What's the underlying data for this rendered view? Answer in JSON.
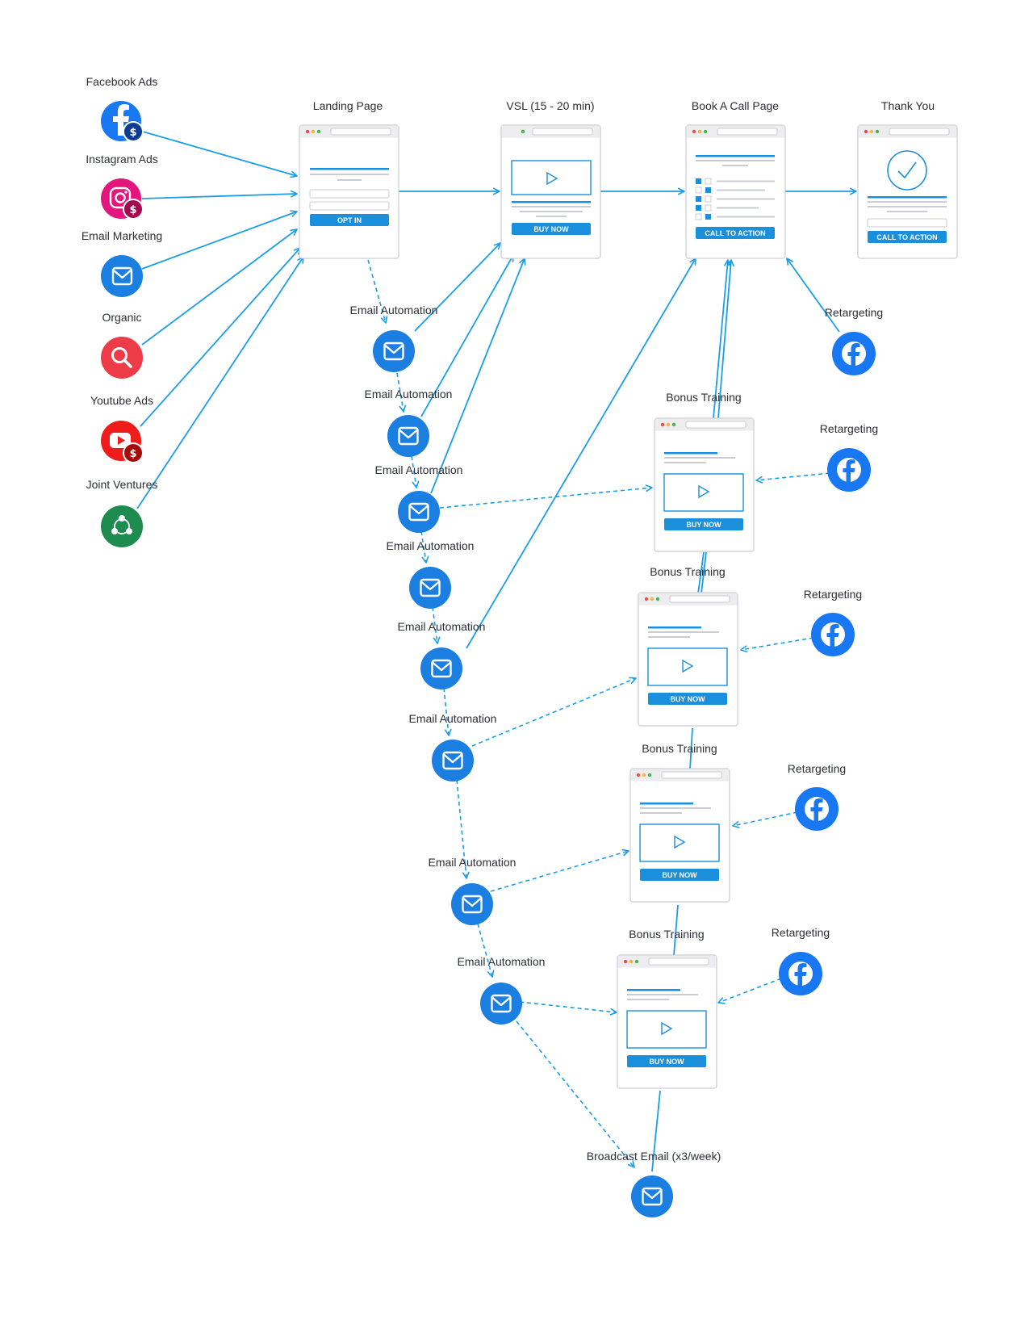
{
  "sources": [
    {
      "label": "Facebook Ads",
      "icon": "facebook-dollar-icon"
    },
    {
      "label": "Instagram Ads",
      "icon": "instagram-dollar-icon"
    },
    {
      "label": "Email Marketing",
      "icon": "email-icon"
    },
    {
      "label": "Organic",
      "icon": "search-icon"
    },
    {
      "label": "Youtube Ads",
      "icon": "youtube-dollar-icon"
    },
    {
      "label": "Joint Ventures",
      "icon": "share-network-icon"
    }
  ],
  "pages": {
    "landing": {
      "title": "Landing Page",
      "button": "OPT IN"
    },
    "vsl": {
      "title": "VSL (15 - 20 min)",
      "button": "BUY NOW"
    },
    "book_call": {
      "title": "Book A Call Page",
      "button": "CALL TO ACTION"
    },
    "thank_you": {
      "title": "Thank You",
      "button": "CALL TO ACTION"
    }
  },
  "bonus_trainings": [
    {
      "title": "Bonus Training",
      "button": "BUY NOW"
    },
    {
      "title": "Bonus Training",
      "button": "BUY NOW"
    },
    {
      "title": "Bonus Training",
      "button": "BUY NOW"
    },
    {
      "title": "Bonus Training",
      "button": "BUY NOW"
    }
  ],
  "retargeting": [
    {
      "label": "Retargeting"
    },
    {
      "label": "Retargeting"
    },
    {
      "label": "Retargeting"
    },
    {
      "label": "Retargeting"
    },
    {
      "label": "Retargeting"
    }
  ],
  "email_automations": [
    {
      "label": "Email Automation"
    },
    {
      "label": "Email Automation"
    },
    {
      "label": "Email Automation"
    },
    {
      "label": "Email Automation"
    },
    {
      "label": "Email Automation"
    },
    {
      "label": "Email Automation"
    },
    {
      "label": "Email Automation"
    },
    {
      "label": "Email Automation"
    }
  ],
  "broadcast": {
    "label": "Broadcast Email (x3/week)"
  },
  "colors": {
    "connector": "#1a9ee6",
    "email": "#1a7fe0",
    "facebook": "#1877f2",
    "instagram": "#e4157c",
    "organic": "#ee3b48",
    "youtube": "#ef1c1c",
    "joint_ventures": "#1e8c4e",
    "button": "#1a90dd"
  }
}
